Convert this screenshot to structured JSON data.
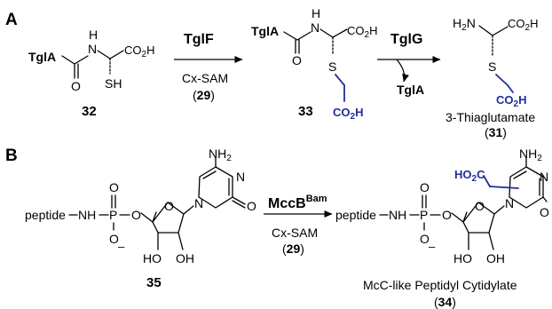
{
  "panels": {
    "a": "A",
    "b": "B"
  },
  "atoms": {
    "tgla": "TglA",
    "n": "N",
    "h": "H",
    "o": "O",
    "sh": "SH",
    "s": "S",
    "co2": "CO",
    "two": "2",
    "h2": "H",
    "h2n": "H",
    "nh": "NH",
    "hyphen": "–",
    "p": "P",
    "minus": "–",
    "ho": "HO",
    "oh": "OH",
    "peptide": "peptide",
    "ho2c": "HO",
    "ho2c_c": "C"
  },
  "reaction_a1": {
    "enzyme": "TglF",
    "cofactor": "Cx-SAM",
    "cofactor_num": "29"
  },
  "reaction_a2": {
    "enzyme": "TglG",
    "byproduct": "TglA"
  },
  "reaction_b": {
    "enzyme_main": "MccB",
    "enzyme_sup": "Bam",
    "cofactor": "Cx-SAM",
    "cofactor_num": "29"
  },
  "compounds": {
    "c32": "32",
    "c33": "33",
    "c31_name": "3-Thiaglutamate",
    "c31_num": "31",
    "c35": "35",
    "c34_name": "McC-like Peptidyl Cytidylate",
    "c34_num": "34"
  },
  "colors": {
    "accent": "#1f2d9a"
  }
}
